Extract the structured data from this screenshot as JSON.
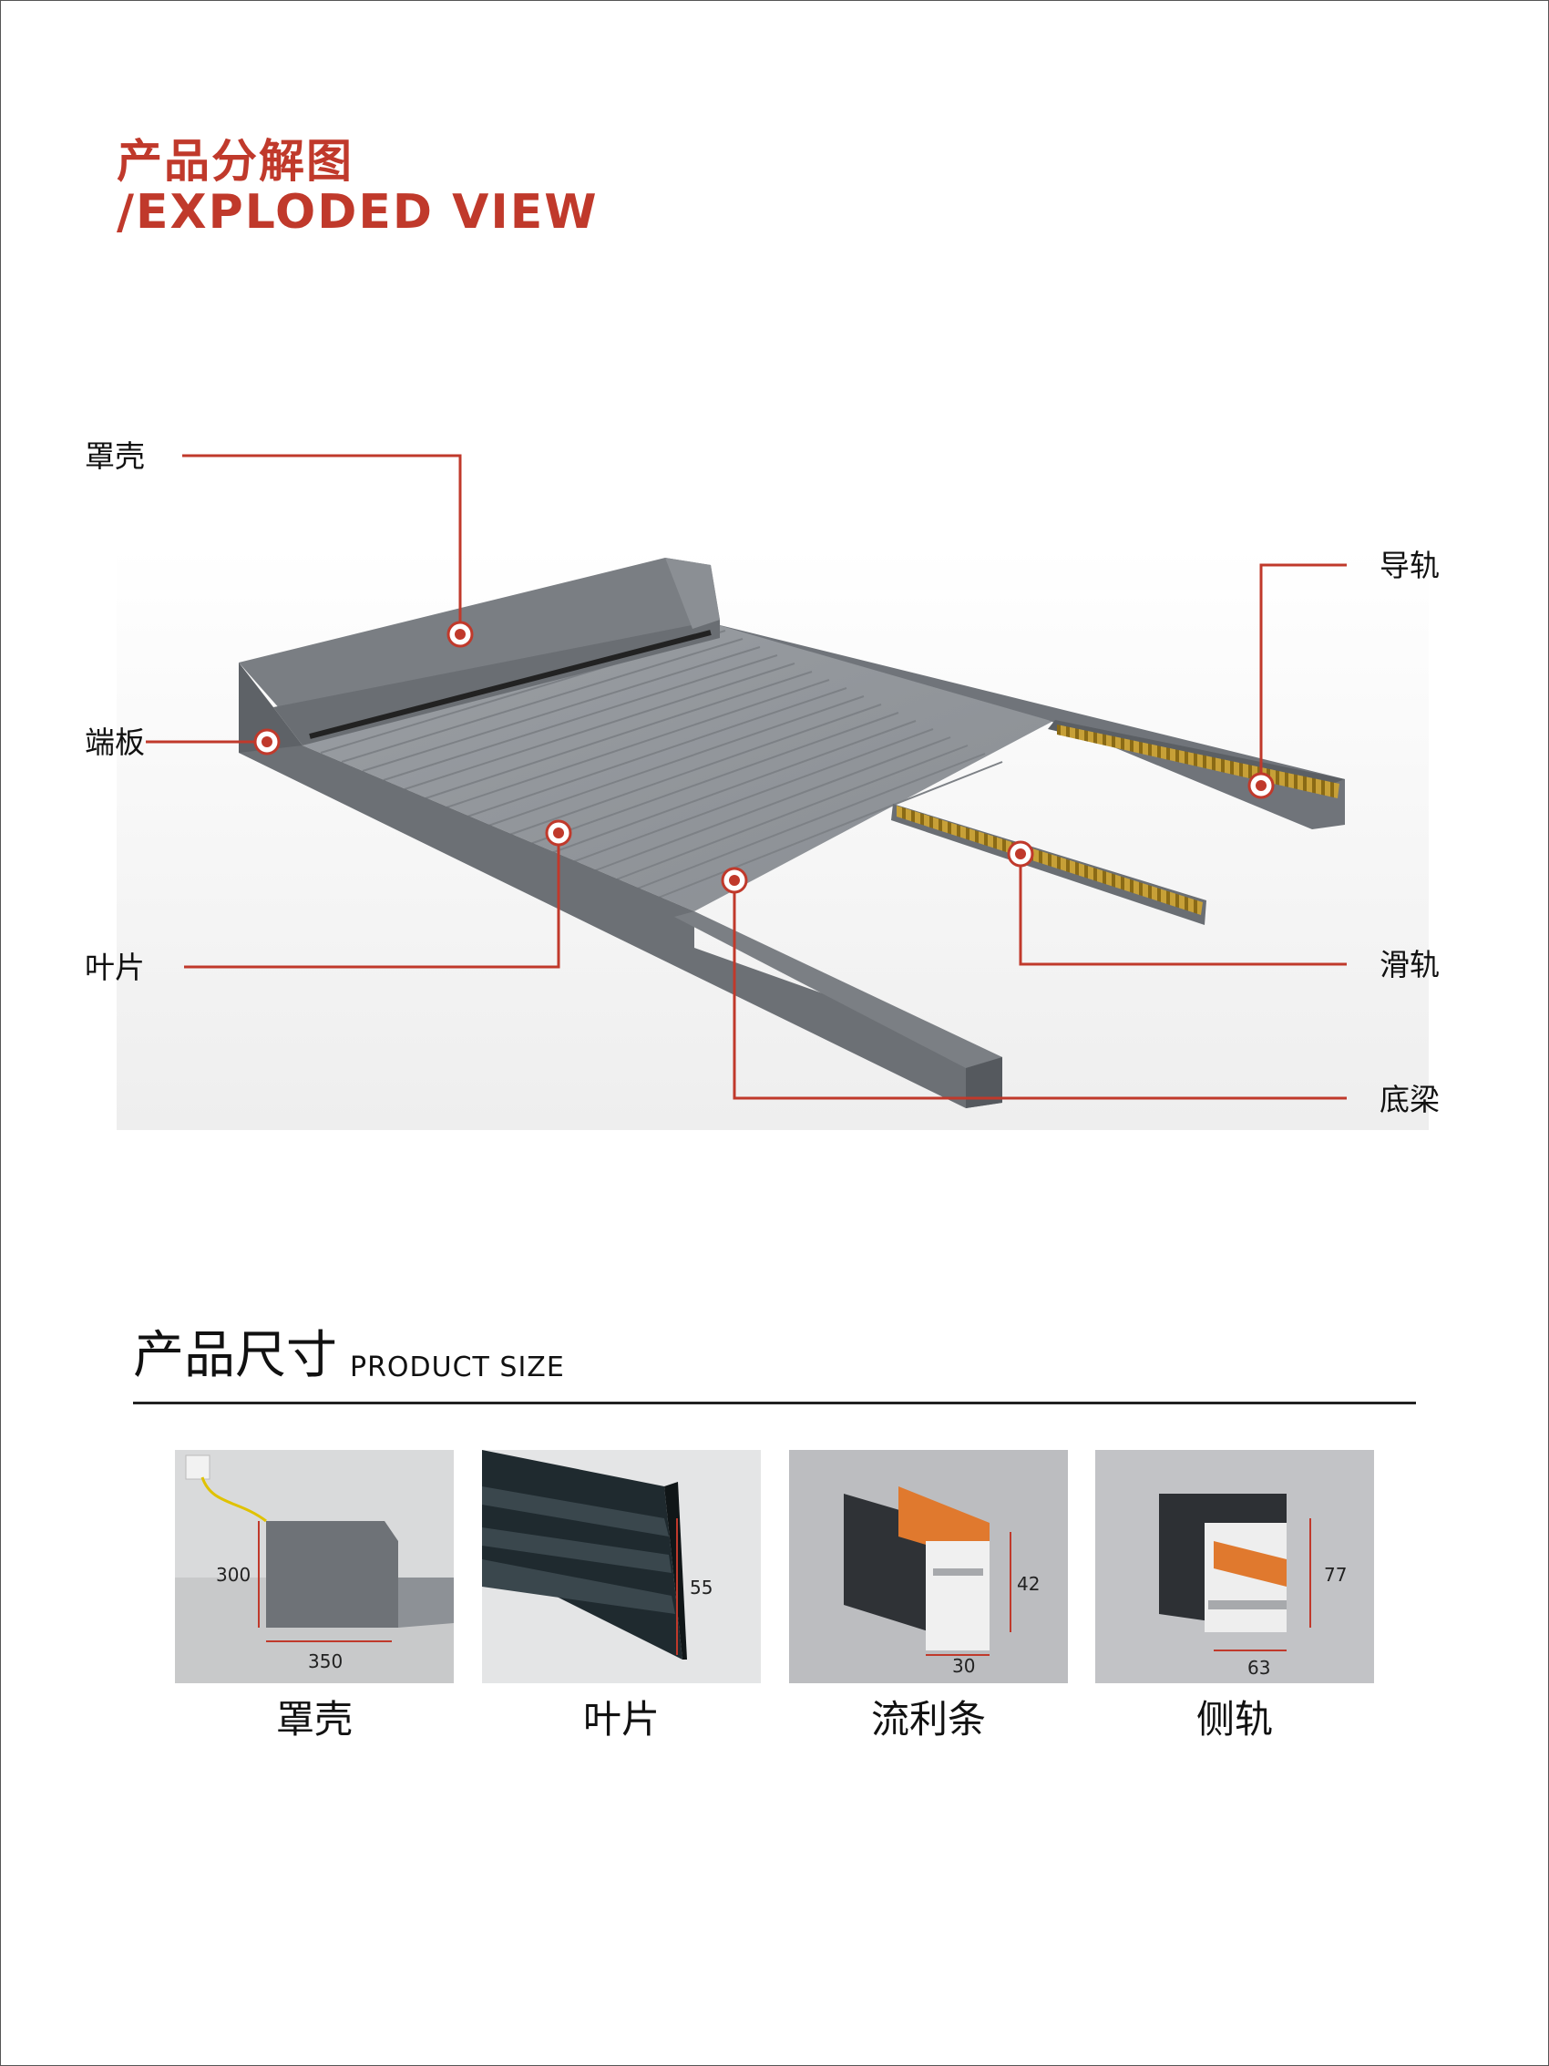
{
  "header": {
    "title_cn": "产品分解图",
    "title_en": "/EXPLODED VIEW"
  },
  "exploded_view": {
    "callouts": {
      "cover": "罩壳",
      "end_plate": "端板",
      "slat": "叶片",
      "guide_rail": "导轨",
      "slide_rail": "滑轨",
      "bottom_beam": "底梁"
    }
  },
  "product_size": {
    "title_cn": "产品尺寸",
    "title_en": "PRODUCT SIZE",
    "items": [
      {
        "label": "罩壳",
        "dims": [
          "300",
          "350"
        ]
      },
      {
        "label": "叶片",
        "dims": [
          "55"
        ]
      },
      {
        "label": "流利条",
        "dims": [
          "42",
          "30"
        ]
      },
      {
        "label": "侧轨",
        "dims": [
          "77",
          "63"
        ]
      }
    ]
  },
  "colors": {
    "accent": "#c0392b",
    "body_gray": "#6c7075",
    "rail_orange": "#e07a2e"
  }
}
